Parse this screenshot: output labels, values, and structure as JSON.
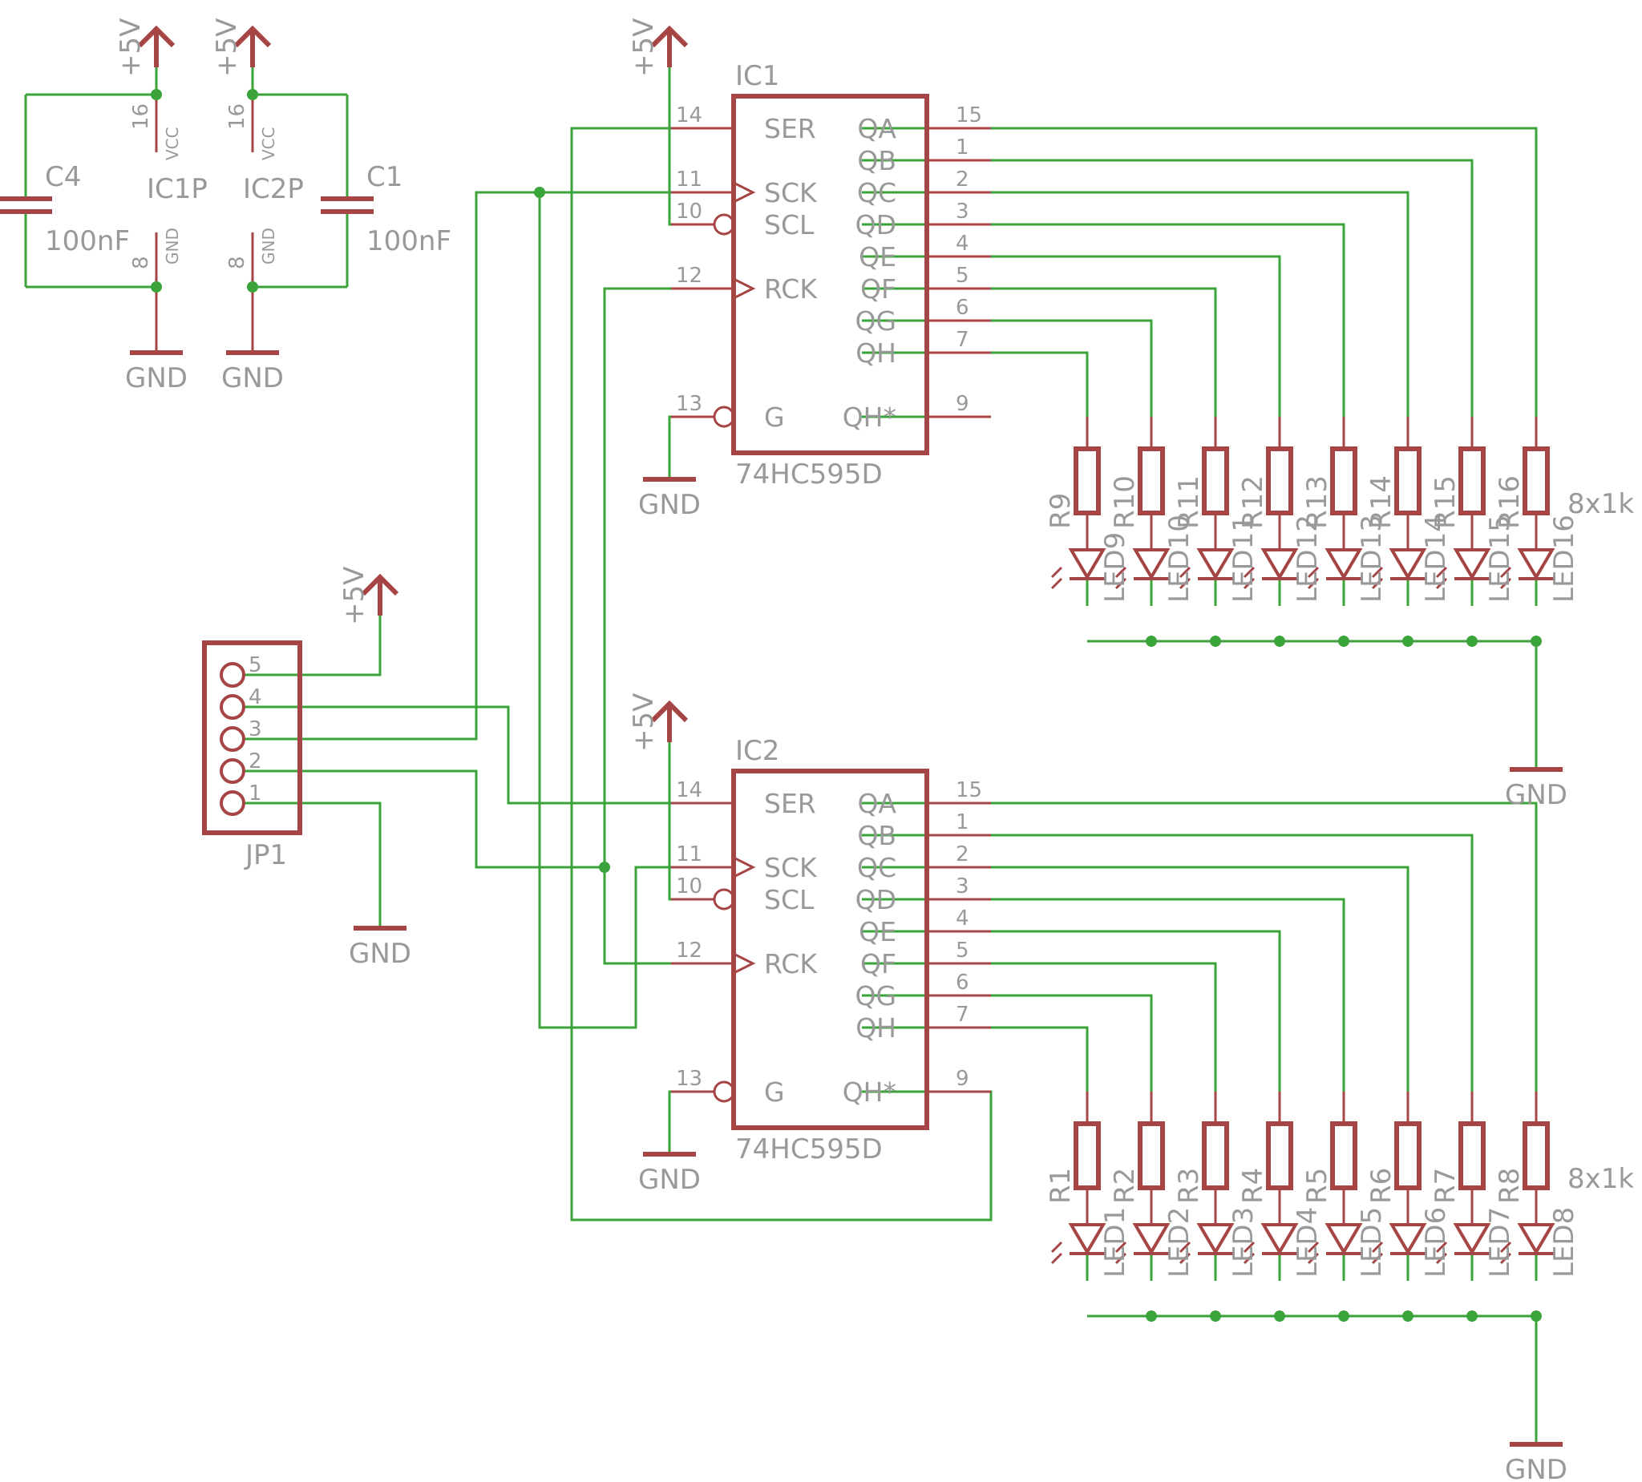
{
  "colors": {
    "wire": "#3aa33a",
    "symbol": "#a64545",
    "text": "#999999",
    "junction": "#3aa33a"
  },
  "labels": {
    "vcc_power": "+5V",
    "gnd": "GND",
    "cap_c4": "C4",
    "cap_c1": "C1",
    "cap_value": "100nF",
    "ic1p": "IC1P",
    "ic2p": "IC2P",
    "vcc_pin_name": "VCC",
    "gnd_pin_name": "GND",
    "pin16": "16",
    "pin8": "8",
    "ic1": "IC1",
    "ic2": "IC2",
    "ic_part": "74HC595D",
    "connector": "JP1",
    "res_value": "8x1k"
  },
  "ic_pins_left": [
    {
      "num": "14",
      "name": "SER"
    },
    {
      "num": "11",
      "name": "SCK"
    },
    {
      "num": "10",
      "name": "SCL"
    },
    {
      "num": "12",
      "name": "RCK"
    },
    {
      "num": "13",
      "name": "G"
    }
  ],
  "ic_pins_right": [
    {
      "num": "15",
      "name": "QA"
    },
    {
      "num": "1",
      "name": "QB"
    },
    {
      "num": "2",
      "name": "QC"
    },
    {
      "num": "3",
      "name": "QD"
    },
    {
      "num": "4",
      "name": "QE"
    },
    {
      "num": "5",
      "name": "QF"
    },
    {
      "num": "6",
      "name": "QG"
    },
    {
      "num": "7",
      "name": "QH"
    },
    {
      "num": "9",
      "name": "QH*"
    }
  ],
  "jp1_pins": [
    "5",
    "4",
    "3",
    "2",
    "1"
  ],
  "top_resistors": [
    "R9",
    "R10",
    "R11",
    "R12",
    "R13",
    "R14",
    "R15",
    "R16"
  ],
  "top_leds": [
    "LED9",
    "LED10",
    "LED11",
    "LED12",
    "LED13",
    "LED14",
    "LED15",
    "LED16"
  ],
  "bottom_resistors": [
    "R1",
    "R2",
    "R3",
    "R4",
    "R5",
    "R6",
    "R7",
    "R8"
  ],
  "bottom_leds": [
    "LED1",
    "LED2",
    "LED3",
    "LED4",
    "LED5",
    "LED6",
    "LED7",
    "LED8"
  ]
}
